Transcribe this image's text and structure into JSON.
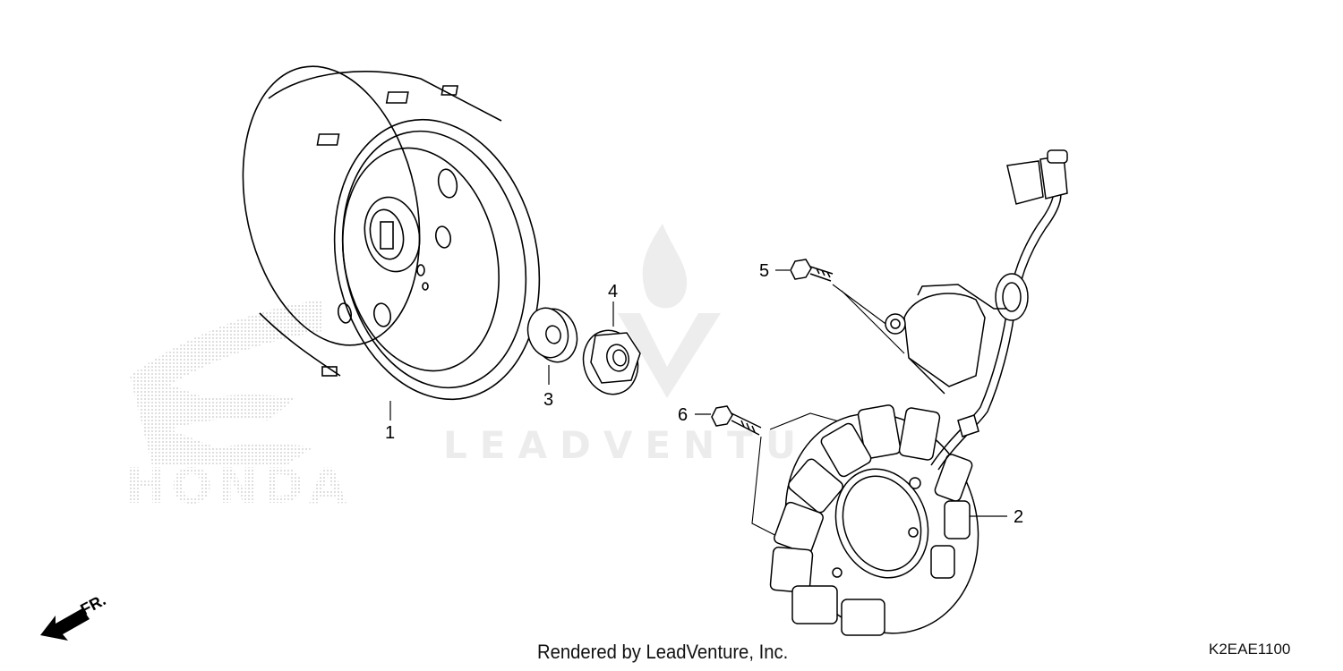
{
  "callouts": [
    {
      "id": "1",
      "label": "1"
    },
    {
      "id": "2",
      "label": "2"
    },
    {
      "id": "3",
      "label": "3"
    },
    {
      "id": "4",
      "label": "4"
    },
    {
      "id": "5",
      "label": "5"
    },
    {
      "id": "6",
      "label": "6"
    }
  ],
  "watermark": {
    "brand": "HONDA",
    "center": "LEADVENTU"
  },
  "front_indicator": "FR.",
  "footer": {
    "credit": "Rendered by LeadVenture, Inc.",
    "diagram_code": "K2EAE1100"
  },
  "colors": {
    "line": "#000000",
    "watermark": "#cfcfcf",
    "background": "#ffffff"
  }
}
